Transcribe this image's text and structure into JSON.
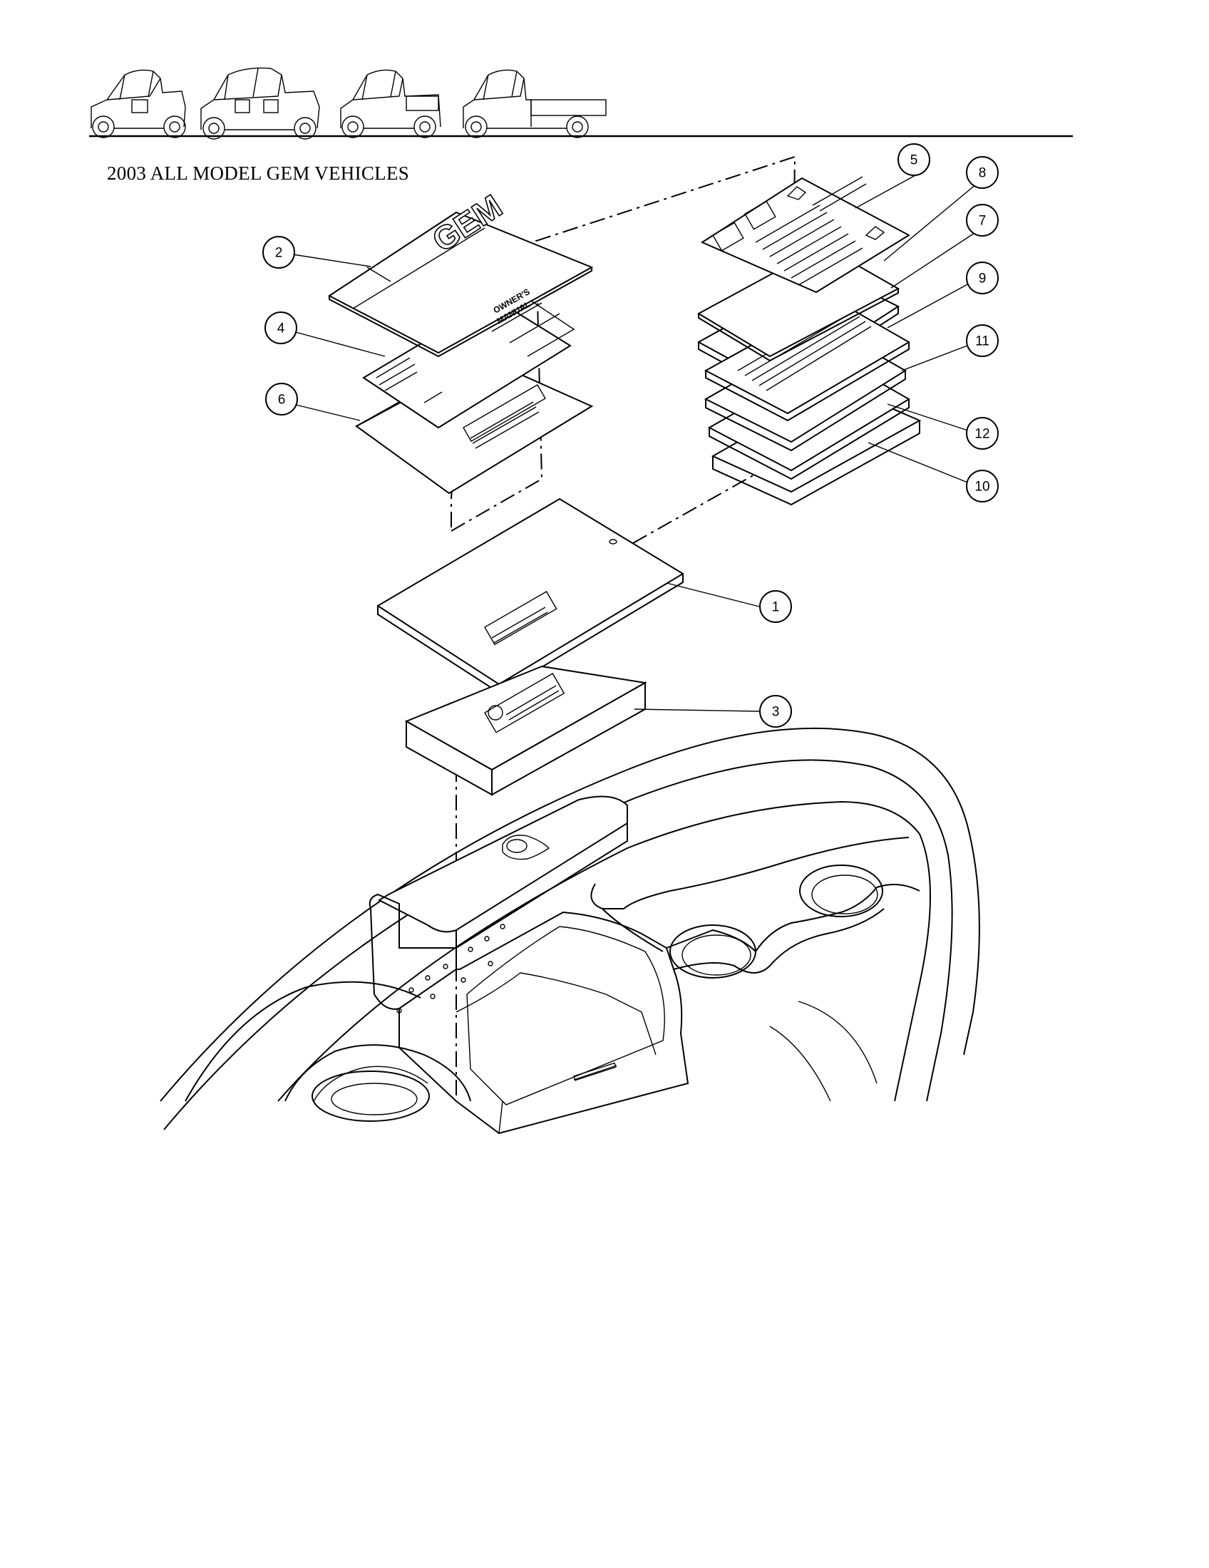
{
  "header": {
    "title": "2003 ALL MODEL GEM VEHICLES",
    "vehicle_icons": [
      "gem-e2-vehicle-icon",
      "gem-e4-vehicle-icon",
      "gem-es-vehicle-icon",
      "gem-el-vehicle-icon"
    ]
  },
  "manual_cover": {
    "logo": "GEM",
    "label_line1": "OWNER'S",
    "label_line2": "MANUAL"
  },
  "callouts": {
    "c1": "1",
    "c2": "2",
    "c3": "3",
    "c4": "4",
    "c5": "5",
    "c6": "6",
    "c7": "7",
    "c8": "8",
    "c9": "9",
    "c10": "10",
    "c11": "11",
    "c12": "12"
  }
}
